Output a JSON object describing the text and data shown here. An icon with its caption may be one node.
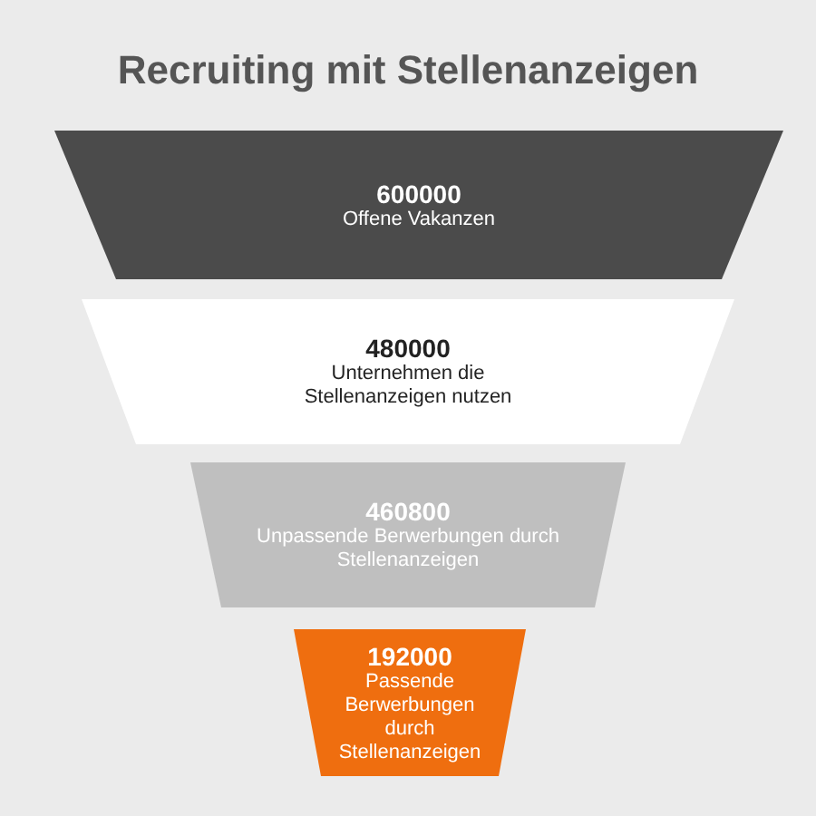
{
  "diagram": {
    "title": "Recruiting mit Stellenanzeigen",
    "nodes": [
      {
        "text": [
          "600000",
          "Offene Vakanzen"
        ]
      },
      {
        "text": [
          "480000",
          "Unternehmen die Stellenanzeigen nutzen"
        ]
      },
      {
        "text": [
          "460800",
          "Unpassende Berwerbungen durch Stellenanzeigen"
        ]
      },
      {
        "text": [
          "192000",
          "Passende Berwerbungen durch Stellenanzeigen"
        ]
      }
    ]
  }
}
